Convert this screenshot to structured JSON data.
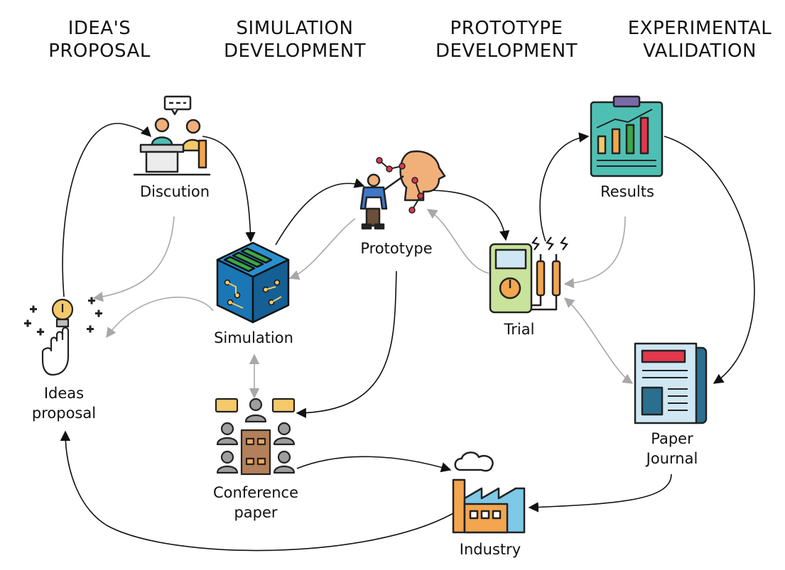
{
  "phases": [
    {
      "line1": "IDEA'S",
      "line2": "PROPOSAL"
    },
    {
      "line1": "SIMULATION",
      "line2": "DEVELOPMENT"
    },
    {
      "line1": "PROTOTYPE",
      "line2": "DEVELOPMENT"
    },
    {
      "line1": "EXPERIMENTAL",
      "line2": "VALIDATION"
    }
  ],
  "nodes": {
    "discution": {
      "label": "Discution",
      "icon": "meeting-icon"
    },
    "simulation": {
      "label": "Simulation",
      "icon": "circuit-cube-icon"
    },
    "prototype": {
      "label": "Prototype",
      "icon": "robot-head-presenter-icon"
    },
    "trial": {
      "label": "Trial",
      "icon": "multimeter-icon"
    },
    "results": {
      "label": "Results",
      "icon": "clipboard-chart-icon"
    },
    "ideas": {
      "line1": "Ideas",
      "line2": "proposal",
      "icon": "lightbulb-hand-icon"
    },
    "conference": {
      "line1": "Conference",
      "line2": "paper",
      "icon": "conference-people-icon"
    },
    "journal": {
      "line1": "Paper",
      "line2": "Journal",
      "icon": "newspaper-icon"
    },
    "industry": {
      "label": "Industry",
      "icon": "factory-icon"
    }
  },
  "colors": {
    "arrow_black": "#111111",
    "arrow_gray": "#a8a8a8",
    "outline": "#2b2b2b",
    "chip_blue": "#1b76b5",
    "chip_green": "#3aa84a",
    "orange": "#f3a64f",
    "skin": "#f1b07a",
    "teal": "#4fbfb3",
    "meter_green": "#c9e39a",
    "red": "#e0384d",
    "sky": "#7ec8e8"
  }
}
